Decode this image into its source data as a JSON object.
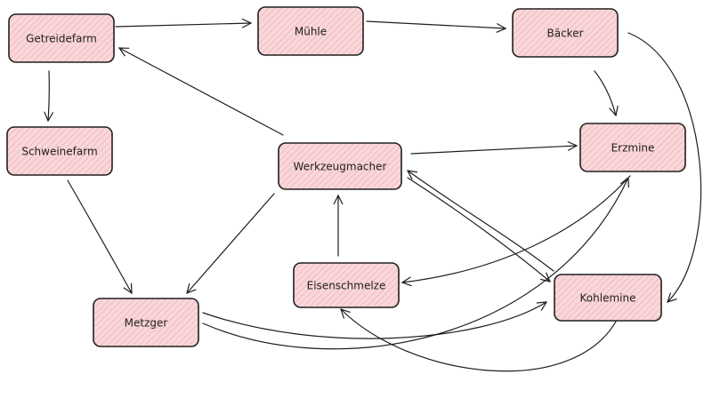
{
  "nodes": [
    {
      "id": "getreidefarm",
      "label": "Getreidefarm"
    },
    {
      "id": "muehle",
      "label": "Mühle"
    },
    {
      "id": "baecker",
      "label": "Bäcker"
    },
    {
      "id": "schweinefarm",
      "label": "Schweinefarm"
    },
    {
      "id": "werkzeugmacher",
      "label": "Werkzeugmacher"
    },
    {
      "id": "erzmine",
      "label": "Erzmine"
    },
    {
      "id": "eisenschmelze",
      "label": "Eisenschmelze"
    },
    {
      "id": "metzger",
      "label": "Metzger"
    },
    {
      "id": "kohlemine",
      "label": "Kohlemine"
    }
  ],
  "edges": [
    {
      "from": "getreidefarm",
      "to": "muehle"
    },
    {
      "from": "muehle",
      "to": "baecker"
    },
    {
      "from": "getreidefarm",
      "to": "schweinefarm"
    },
    {
      "from": "schweinefarm",
      "to": "metzger"
    },
    {
      "from": "baecker",
      "to": "erzmine"
    },
    {
      "from": "baecker",
      "to": "kohlemine"
    },
    {
      "from": "werkzeugmacher",
      "to": "getreidefarm"
    },
    {
      "from": "werkzeugmacher",
      "to": "erzmine"
    },
    {
      "from": "werkzeugmacher",
      "to": "metzger"
    },
    {
      "from": "werkzeugmacher",
      "to": "kohlemine"
    },
    {
      "from": "kohlemine",
      "to": "werkzeugmacher"
    },
    {
      "from": "eisenschmelze",
      "to": "werkzeugmacher"
    },
    {
      "from": "erzmine",
      "to": "eisenschmelze"
    },
    {
      "from": "metzger",
      "to": "erzmine"
    },
    {
      "from": "metzger",
      "to": "kohlemine"
    },
    {
      "from": "kohlemine",
      "to": "eisenschmelze"
    }
  ]
}
